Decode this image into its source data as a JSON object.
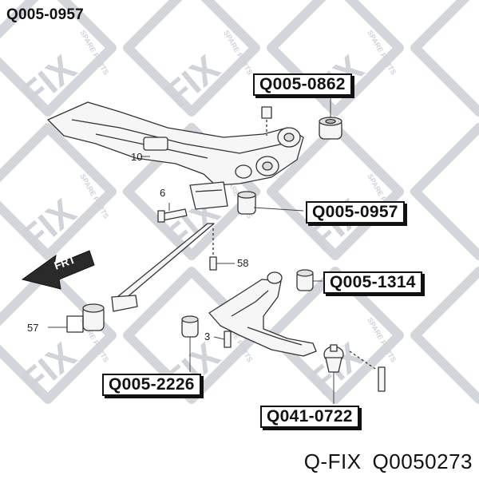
{
  "title": "Q005-0957",
  "watermark": {
    "logo": "FIX",
    "tagline": "SPARE PARTS",
    "color": "#c9cdd3"
  },
  "direction_arrow": {
    "label": "FRT"
  },
  "part_labels": [
    {
      "id": "p1",
      "text": "Q005-0862"
    },
    {
      "id": "p2",
      "text": "Q005-0957"
    },
    {
      "id": "p3",
      "text": "Q005-1314"
    },
    {
      "id": "p4",
      "text": "Q005-2226"
    },
    {
      "id": "p5",
      "text": "Q041-0722"
    }
  ],
  "callout_numbers": [
    "10",
    "6",
    "58",
    "57",
    "3"
  ],
  "footer": {
    "brand": "Q-FIX",
    "code": "Q0050273"
  },
  "colors": {
    "line": "#333333",
    "fill": "#f4f4f4",
    "box_border": "#111111"
  }
}
